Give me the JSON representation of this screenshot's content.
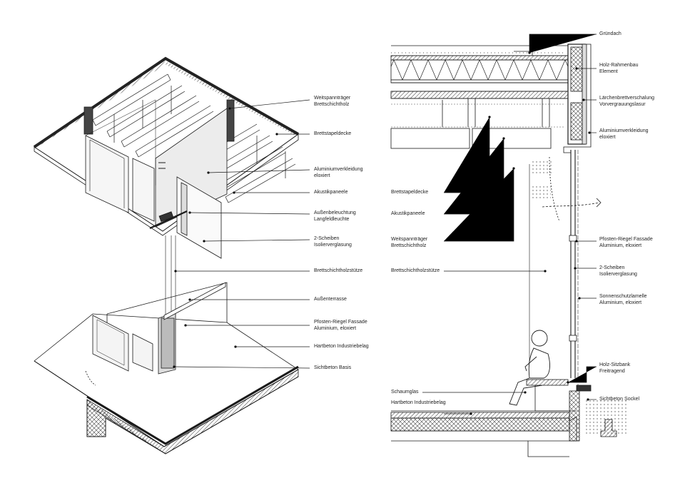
{
  "axonometric_labels": [
    {
      "id": "weitspanntraeger",
      "lines": [
        "Weitspannträger",
        "Brettschichtholz"
      ]
    },
    {
      "id": "brettstapeldecke",
      "lines": [
        "Brettstapeldecke"
      ]
    },
    {
      "id": "aluminiumverkleidung",
      "lines": [
        "Aluminiumverkleidung",
        "eloxiert"
      ]
    },
    {
      "id": "akustikpaneele",
      "lines": [
        "Akustikpaneele"
      ]
    },
    {
      "id": "aussenbeleuchtung",
      "lines": [
        "Außenbeleuchtung",
        "Langfeldleuchte"
      ]
    },
    {
      "id": "isolierverglasung",
      "lines": [
        "2-Scheiben",
        "Isolierverglasung"
      ]
    },
    {
      "id": "brettschichtholzstuetze",
      "lines": [
        "Brettschichtholzstütze"
      ]
    },
    {
      "id": "aussenterrasse",
      "lines": [
        "Außenterrasse"
      ]
    },
    {
      "id": "pfosten-riegel",
      "lines": [
        "Pfosten-Riegel Fassade",
        "Aluminium, eloxiert"
      ]
    },
    {
      "id": "hartbeton",
      "lines": [
        "Hartbeton Industriebelag"
      ]
    },
    {
      "id": "sichtbeton-basis",
      "lines": [
        "Sichtbeton Basis"
      ]
    }
  ],
  "section_right_labels": [
    {
      "id": "gruendach",
      "lines": [
        "Gründach"
      ]
    },
    {
      "id": "holz-rahmenbau",
      "lines": [
        "Holz-Rahmenbau",
        "Element"
      ]
    },
    {
      "id": "laerchenbrett",
      "lines": [
        "Lärchenbrettverschalung",
        "Vorvergrauungslasur"
      ]
    },
    {
      "id": "aluminiumverkleidung",
      "lines": [
        "Aluminiumverkleidung",
        "eloxiert"
      ]
    },
    {
      "id": "pfosten-riegel",
      "lines": [
        "Pfosten-Riegel Fassade",
        "Aluminium, eloxiert"
      ]
    },
    {
      "id": "isolierverglasung",
      "lines": [
        "2-Scheiben",
        "Isolierverglasung"
      ]
    },
    {
      "id": "sonnenschutz",
      "lines": [
        "Sonnenschutzlamelle",
        "Aluminium, eloxiert"
      ]
    },
    {
      "id": "holz-sitzbank",
      "lines": [
        "Holz-Sitzbank",
        "Freitragend"
      ]
    },
    {
      "id": "sichtbeton-sockel",
      "lines": [
        "Sichtbeton Sockel"
      ]
    }
  ],
  "section_left_labels": [
    {
      "id": "brettstapeldecke",
      "lines": [
        "Brettstapeldecke"
      ]
    },
    {
      "id": "akustikpaneele",
      "lines": [
        "Akustikpaneele"
      ]
    },
    {
      "id": "weitspanntraeger",
      "lines": [
        "Weitspannträger",
        "Brettschichtholz"
      ]
    },
    {
      "id": "brettschichtholzstuetze",
      "lines": [
        "Brettschichtholzstütze"
      ]
    },
    {
      "id": "schaumglas",
      "lines": [
        "Schaumglas"
      ]
    },
    {
      "id": "hartbeton",
      "lines": [
        "Hartbeton Industriebelag"
      ]
    }
  ],
  "colors": {
    "line": "#1a1a1a",
    "hatch": "#555555",
    "paper": "#ffffff"
  }
}
